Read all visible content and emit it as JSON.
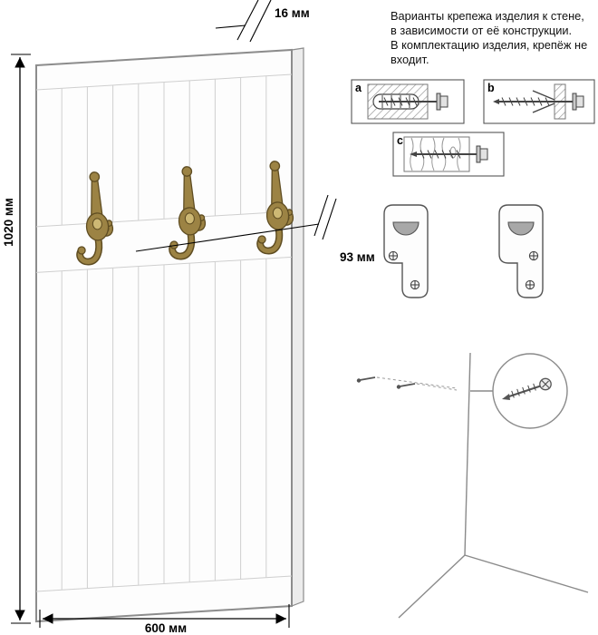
{
  "diagram": {
    "dimensions": {
      "thickness": "16 мм",
      "height": "1020 мм",
      "width": "600 мм",
      "hook_offset": "93 мм"
    },
    "note_lines": [
      "Варианты крепежа изделия к стене,",
      "в зависимости от её конструкции.",
      "В комплектацию изделия, крепёж не",
      "входит."
    ],
    "fastener_options": [
      {
        "label": "a"
      },
      {
        "label": "b"
      },
      {
        "label": "c"
      }
    ],
    "colors": {
      "line": "#000000",
      "panel_groove": "#cfcfcf",
      "panel_edge": "#8c8c8c",
      "brass_dark": "#5f4d22",
      "brass_mid": "#9c8344",
      "brass_light": "#cdb874",
      "plate_hole_fill": "#a8a8a8"
    }
  }
}
